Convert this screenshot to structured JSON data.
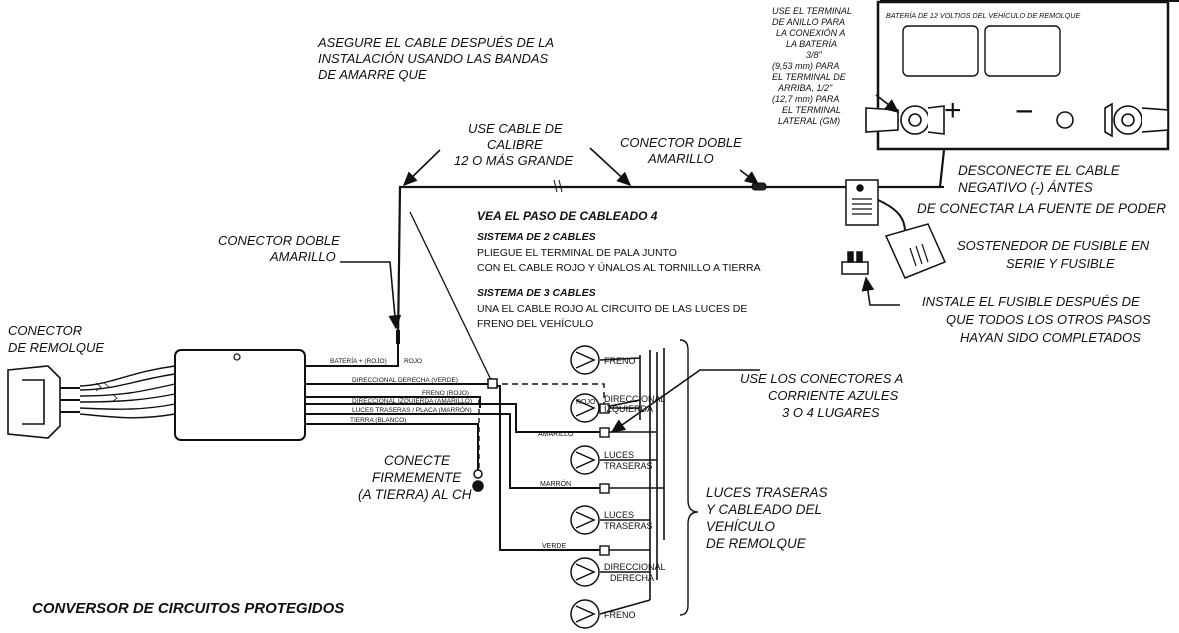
{
  "texts": {
    "secure1": "ASEGURE EL CABLE DESPUÉS DE LA",
    "secure2": "INSTALACIÓN USANDO LAS BANDAS",
    "secure3": "DE AMARRE QUE",
    "gauge1": "USE CABLE DE",
    "gauge2": "CALIBRE",
    "gauge3": "12 O MÁS GRANDE",
    "conn_top1": "CONECTOR DOBLE",
    "conn_top2": "AMARILLO",
    "ring1": "USE EL TERMINAL",
    "ring2": "DE ANILLO PARA",
    "ring3": "LA CONEXIÓN A",
    "ring4": "LA BATERÍA",
    "ring5": "3/8\"",
    "ring6": "(9,53 mm) PARA",
    "ring7": "EL TERMINAL DE",
    "ring8": "ARRIBA, 1/2\"",
    "ring9": "(12,7 mm) PARA",
    "ring10": "EL TERMINAL",
    "ring11": "LATERAL (GM)",
    "battery_title": "BATERÍA DE 12 VOLTIOS DEL VEHÍCULO DE REMOLQUE",
    "plus": "+",
    "minus": "−",
    "disc1": "DESCONECTE EL CABLE",
    "disc2": "NEGATIVO (-) ÁNTES",
    "disc3": "DE CONECTAR LA FUENTE DE PODER",
    "fuse1": "SOSTENEDOR DE FUSIBLE EN",
    "fuse2": "SERIE Y FUSIBLE",
    "inst1": "INSTALE EL FUSIBLE DESPUÉS DE",
    "inst2": "QUE TODOS LOS OTROS PASOS",
    "inst3": "HAYAN SIDO COMPLETADOS",
    "step_title": "VEA EL PASO DE CABLEADO 4",
    "sys2_title": "SISTEMA DE 2 CABLES",
    "sys2_l1": "PLIEGUE EL TERMINAL DE PALA JUNTO",
    "sys2_l2": "CON EL CABLE ROJO Y ÚNALOS AL TORNILLO A TIERRA",
    "sys3_title": "SISTEMA DE 3 CABLES",
    "sys3_l1": "UNA EL CABLE ROJO AL CIRCUITO DE LAS LUCES DE",
    "sys3_l2": "FRENO DEL VEHÍCULO",
    "conn_left1": "CONECTOR DOBLE",
    "conn_left2": "AMARILLO",
    "trailer1": "CONECTOR",
    "trailer2": "DE REMOLQUE",
    "w_bat": "BATERÍA + (ROJO)",
    "w_rojo": "ROJO",
    "w_right": "DIRECCIONAL DERECHA (VERDE)",
    "w_brake": "FRENO (ROJO)",
    "w_left": "DIRECCIONAL IZQUIERDA (AMARILLO)",
    "w_tail": "LUCES TRASERAS / PLACA (MARRÓN)",
    "w_ground": "TIERRA (BLANCO)",
    "ground1": "CONECTE",
    "ground2": "FIRMEMENTE",
    "ground3": "(A TIERRA) AL CH",
    "blue1": "USE LOS CONECTORES A",
    "blue2": "CORRIENTE AZULES",
    "blue3": "3 O 4 LUGARES",
    "lbl_rojo": "ROJO",
    "lbl_amarillo": "AMARILLO",
    "lbl_marron": "MARRÓN",
    "lbl_verde": "VERDE",
    "lamp_freno": "FRENO",
    "lamp_dir_izq1": "DIRECCIONAL",
    "lamp_dir_izq2": "IZQUIERDA",
    "lamp_luces1": "LUCES",
    "lamp_luces2": "TRASERAS",
    "lamp_luces3": "LUCES",
    "lamp_luces4": "TRASERAS",
    "lamp_dir_der1": "DIRECCIONAL",
    "lamp_dir_der2": "DERECHA",
    "lamp_freno2": "FRENO",
    "tow1": "LUCES TRASERAS",
    "tow2": "Y CABLEADO DEL",
    "tow3": "VEHÍCULO",
    "tow4": "DE REMOLQUE",
    "title": "CONVERSOR DE CIRCUITOS PROTEGIDOS"
  }
}
